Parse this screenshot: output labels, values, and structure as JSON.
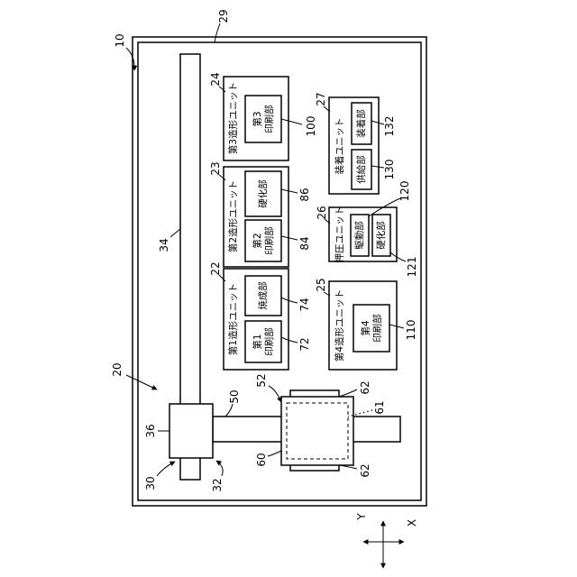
{
  "refs": {
    "apparatus": "10",
    "base": "29",
    "system": "20",
    "rail": "34",
    "head": "36",
    "mover": "30",
    "carriage": "32",
    "arm": "50",
    "stage_assembly": "52",
    "stage": "60",
    "clamp_top": "62",
    "clamp_bottom": "62",
    "workpiece": "61"
  },
  "units": {
    "first": {
      "ref": "22",
      "title": "第1造形ユニット",
      "firing_section": {
        "label": "焼成部",
        "ref": "74"
      },
      "printing_section": {
        "lines": [
          "第1",
          "印刷部"
        ],
        "ref": "72"
      }
    },
    "second": {
      "ref": "23",
      "title": "第2造形ユニット",
      "curing_section": {
        "label": "硬化部",
        "ref": "86"
      },
      "printing_section": {
        "lines": [
          "第2",
          "印刷部"
        ],
        "ref": "84"
      }
    },
    "third": {
      "ref": "24",
      "title": "第3造形ユニット",
      "printing_section": {
        "lines": [
          "第3",
          "印刷部"
        ],
        "ref": "100"
      }
    },
    "mounting": {
      "ref": "27",
      "title": "装着ユニット",
      "mounting_section": {
        "label": "装着部",
        "ref": "132"
      },
      "supply_section": {
        "label": "供給部",
        "ref": "130"
      }
    },
    "pressing": {
      "ref": "26",
      "title": "押圧ユニット",
      "drive_section": {
        "label": "駆動部",
        "ref": "120"
      },
      "curing_section": {
        "label": "硬化部",
        "ref": "121"
      }
    },
    "fourth": {
      "ref": "25",
      "title": "第4造形ユニット",
      "printing_section": {
        "lines": [
          "第4",
          "印刷部"
        ],
        "ref": "110"
      }
    }
  },
  "axes": {
    "x": "X",
    "y": "Y"
  }
}
